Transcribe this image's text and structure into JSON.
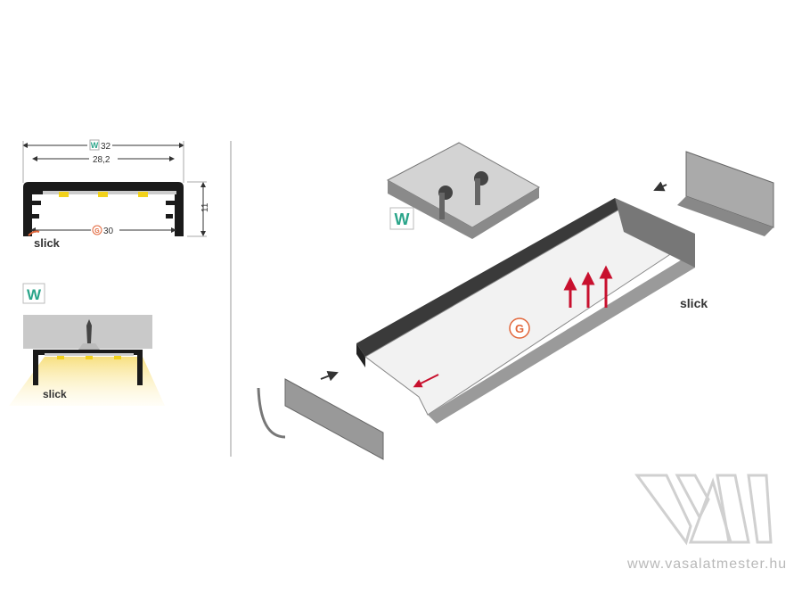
{
  "dimensions": {
    "outer_width_label": "32",
    "inner_width_label": "28,2",
    "bottom_width_label": "30",
    "height_label": "11",
    "w_badge": "W",
    "g_badge": "G"
  },
  "brand_mark": "slick",
  "mount_section": {
    "badge": "W",
    "brand_mark": "slick"
  },
  "exploded_view": {
    "w_badge": "W",
    "g_badge": "G",
    "brand_mark": "slick"
  },
  "watermark": {
    "logo": "VM",
    "url": "www.vasalatmester.hu"
  },
  "colors": {
    "w_badge": "#2aa58a",
    "g_badge": "#e2663a",
    "arrow_red": "#c8102e",
    "profile": "#1a1a1a",
    "led": "#f2d21b"
  }
}
